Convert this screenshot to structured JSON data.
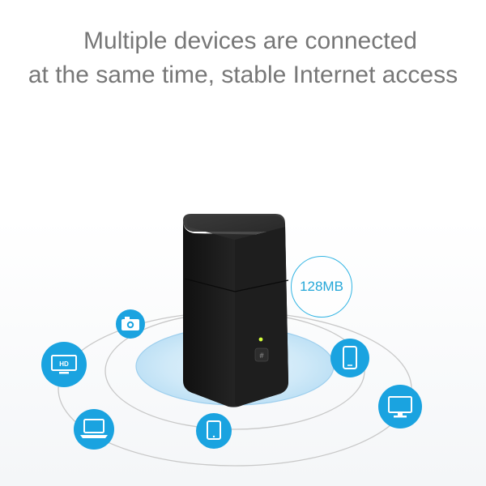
{
  "headline": {
    "line1": "Multiple devices are connected",
    "line2": "at the same time, stable Internet access"
  },
  "memory_badge": "128MB",
  "colors": {
    "accent": "#1aa3e0",
    "headline_text": "#777777",
    "orbit": "#c8c8c8",
    "router_body": "#1c1c1c",
    "status_led": "#d4ff3a"
  },
  "devices": [
    {
      "id": "camera",
      "icon": "camera-icon"
    },
    {
      "id": "hd-tv",
      "icon": "hd-tv-icon",
      "label": "HD"
    },
    {
      "id": "laptop",
      "icon": "laptop-icon"
    },
    {
      "id": "tablet-bottom",
      "icon": "tablet-icon"
    },
    {
      "id": "phone",
      "icon": "phone-icon"
    },
    {
      "id": "monitor",
      "icon": "monitor-icon"
    }
  ]
}
